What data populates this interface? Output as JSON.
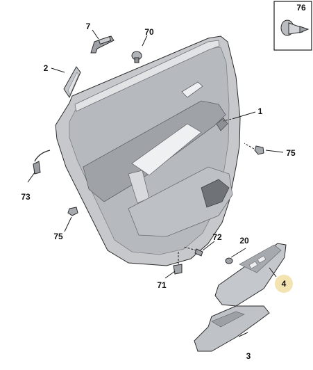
{
  "callouts": [
    {
      "id": "76",
      "text": "76"
    },
    {
      "id": "7",
      "text": "7"
    },
    {
      "id": "70",
      "text": "70"
    },
    {
      "id": "2",
      "text": "2"
    },
    {
      "id": "1",
      "text": "1"
    },
    {
      "id": "75a",
      "text": "75"
    },
    {
      "id": "73",
      "text": "73"
    },
    {
      "id": "75b",
      "text": "75"
    },
    {
      "id": "72",
      "text": "72"
    },
    {
      "id": "20",
      "text": "20"
    },
    {
      "id": "4",
      "text": "4"
    },
    {
      "id": "71",
      "text": "71"
    },
    {
      "id": "3",
      "text": "3"
    }
  ],
  "colors": {
    "panel": "#c9cbce",
    "panel_dark": "#a9acb0",
    "panel_light": "#e4e5e7",
    "highlight": "#f3e3b0",
    "line": "#1a1a1a"
  }
}
